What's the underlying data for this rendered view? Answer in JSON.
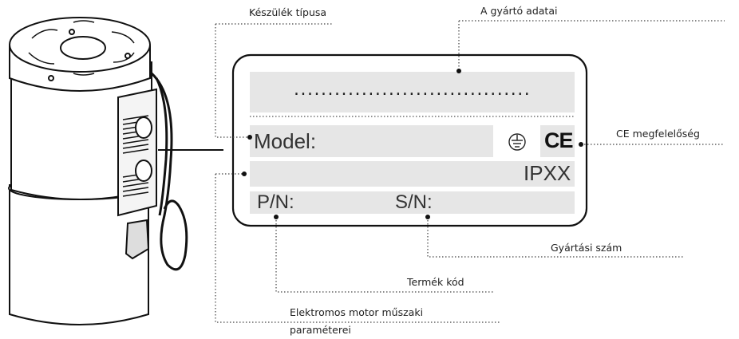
{
  "plate": {
    "dotted_line": "...................................",
    "model_label": "Model:",
    "ip_rating": "IPXX",
    "pn_label": "P/N:",
    "sn_label": "S/N:",
    "ce_mark": "CE"
  },
  "callouts": {
    "device_type": "Készülék típusa",
    "manufacturer": "A gyártó adatai",
    "ce_conformity": "CE megfelelőség",
    "serial_number": "Gyártási szám",
    "product_code": "Termék kód",
    "motor_params_line1": "Elektromos motor műszaki",
    "motor_params_line2": "paraméterei"
  },
  "icons": {
    "earth": "protective-earth-icon",
    "ce": "ce-mark-icon"
  },
  "colors": {
    "plate_fill": "#e6e6e6",
    "line": "#111111",
    "leader": "#444444"
  }
}
